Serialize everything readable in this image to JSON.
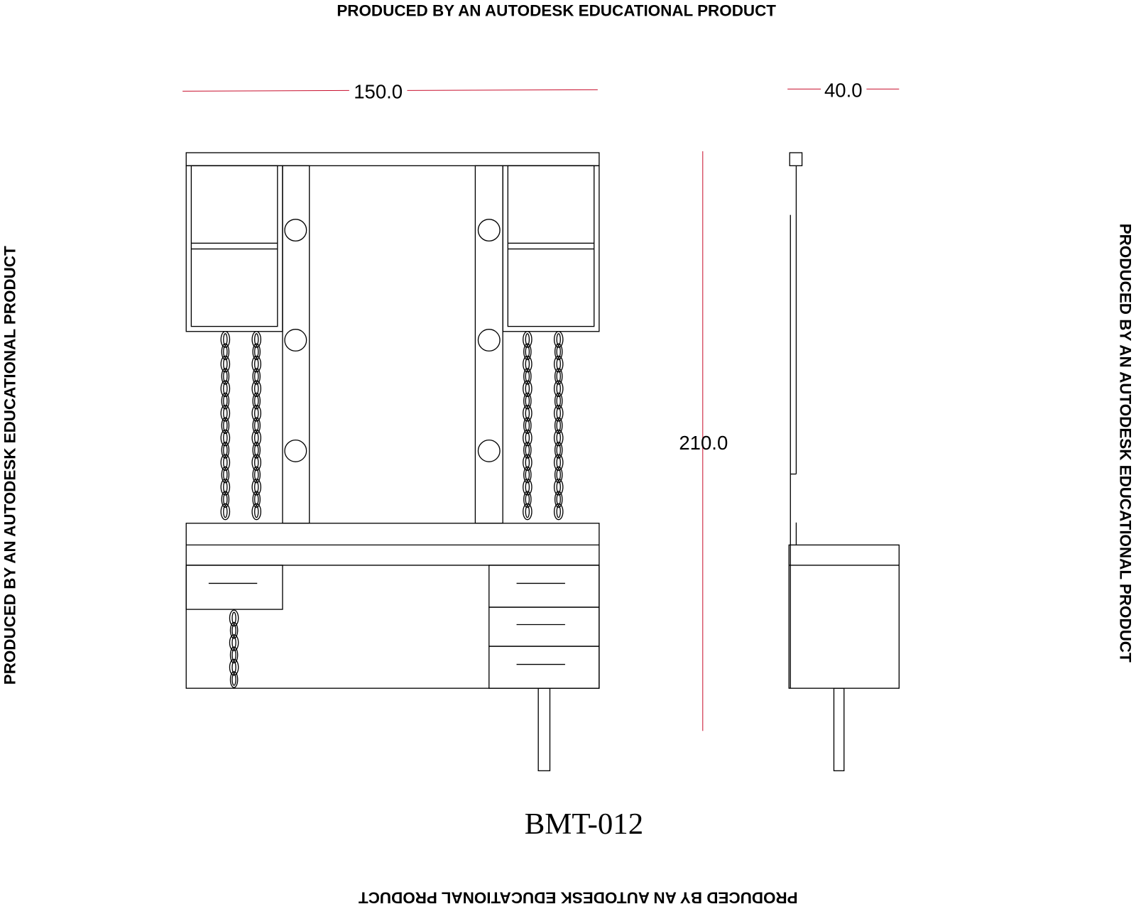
{
  "watermark": {
    "top": "PRODUCED BY AN AUTODESK EDUCATIONAL PRODUCT",
    "left": "PRODUCED BY AN AUTODESK EDUCATIONAL PRODUCT",
    "right": "PRODUCED BY AN AUTODESK EDUCATIONAL PRODUCT",
    "bottom": "PRODUCED BY AN AUTODESK EDUCATIONAL PRODUCT"
  },
  "dimensions": {
    "front_width": "150.0",
    "side_depth": "40.0",
    "height": "210.0"
  },
  "drawing_title": "BMT-012",
  "colors": {
    "dimension_line": "#c8102e",
    "line": "#000000"
  }
}
